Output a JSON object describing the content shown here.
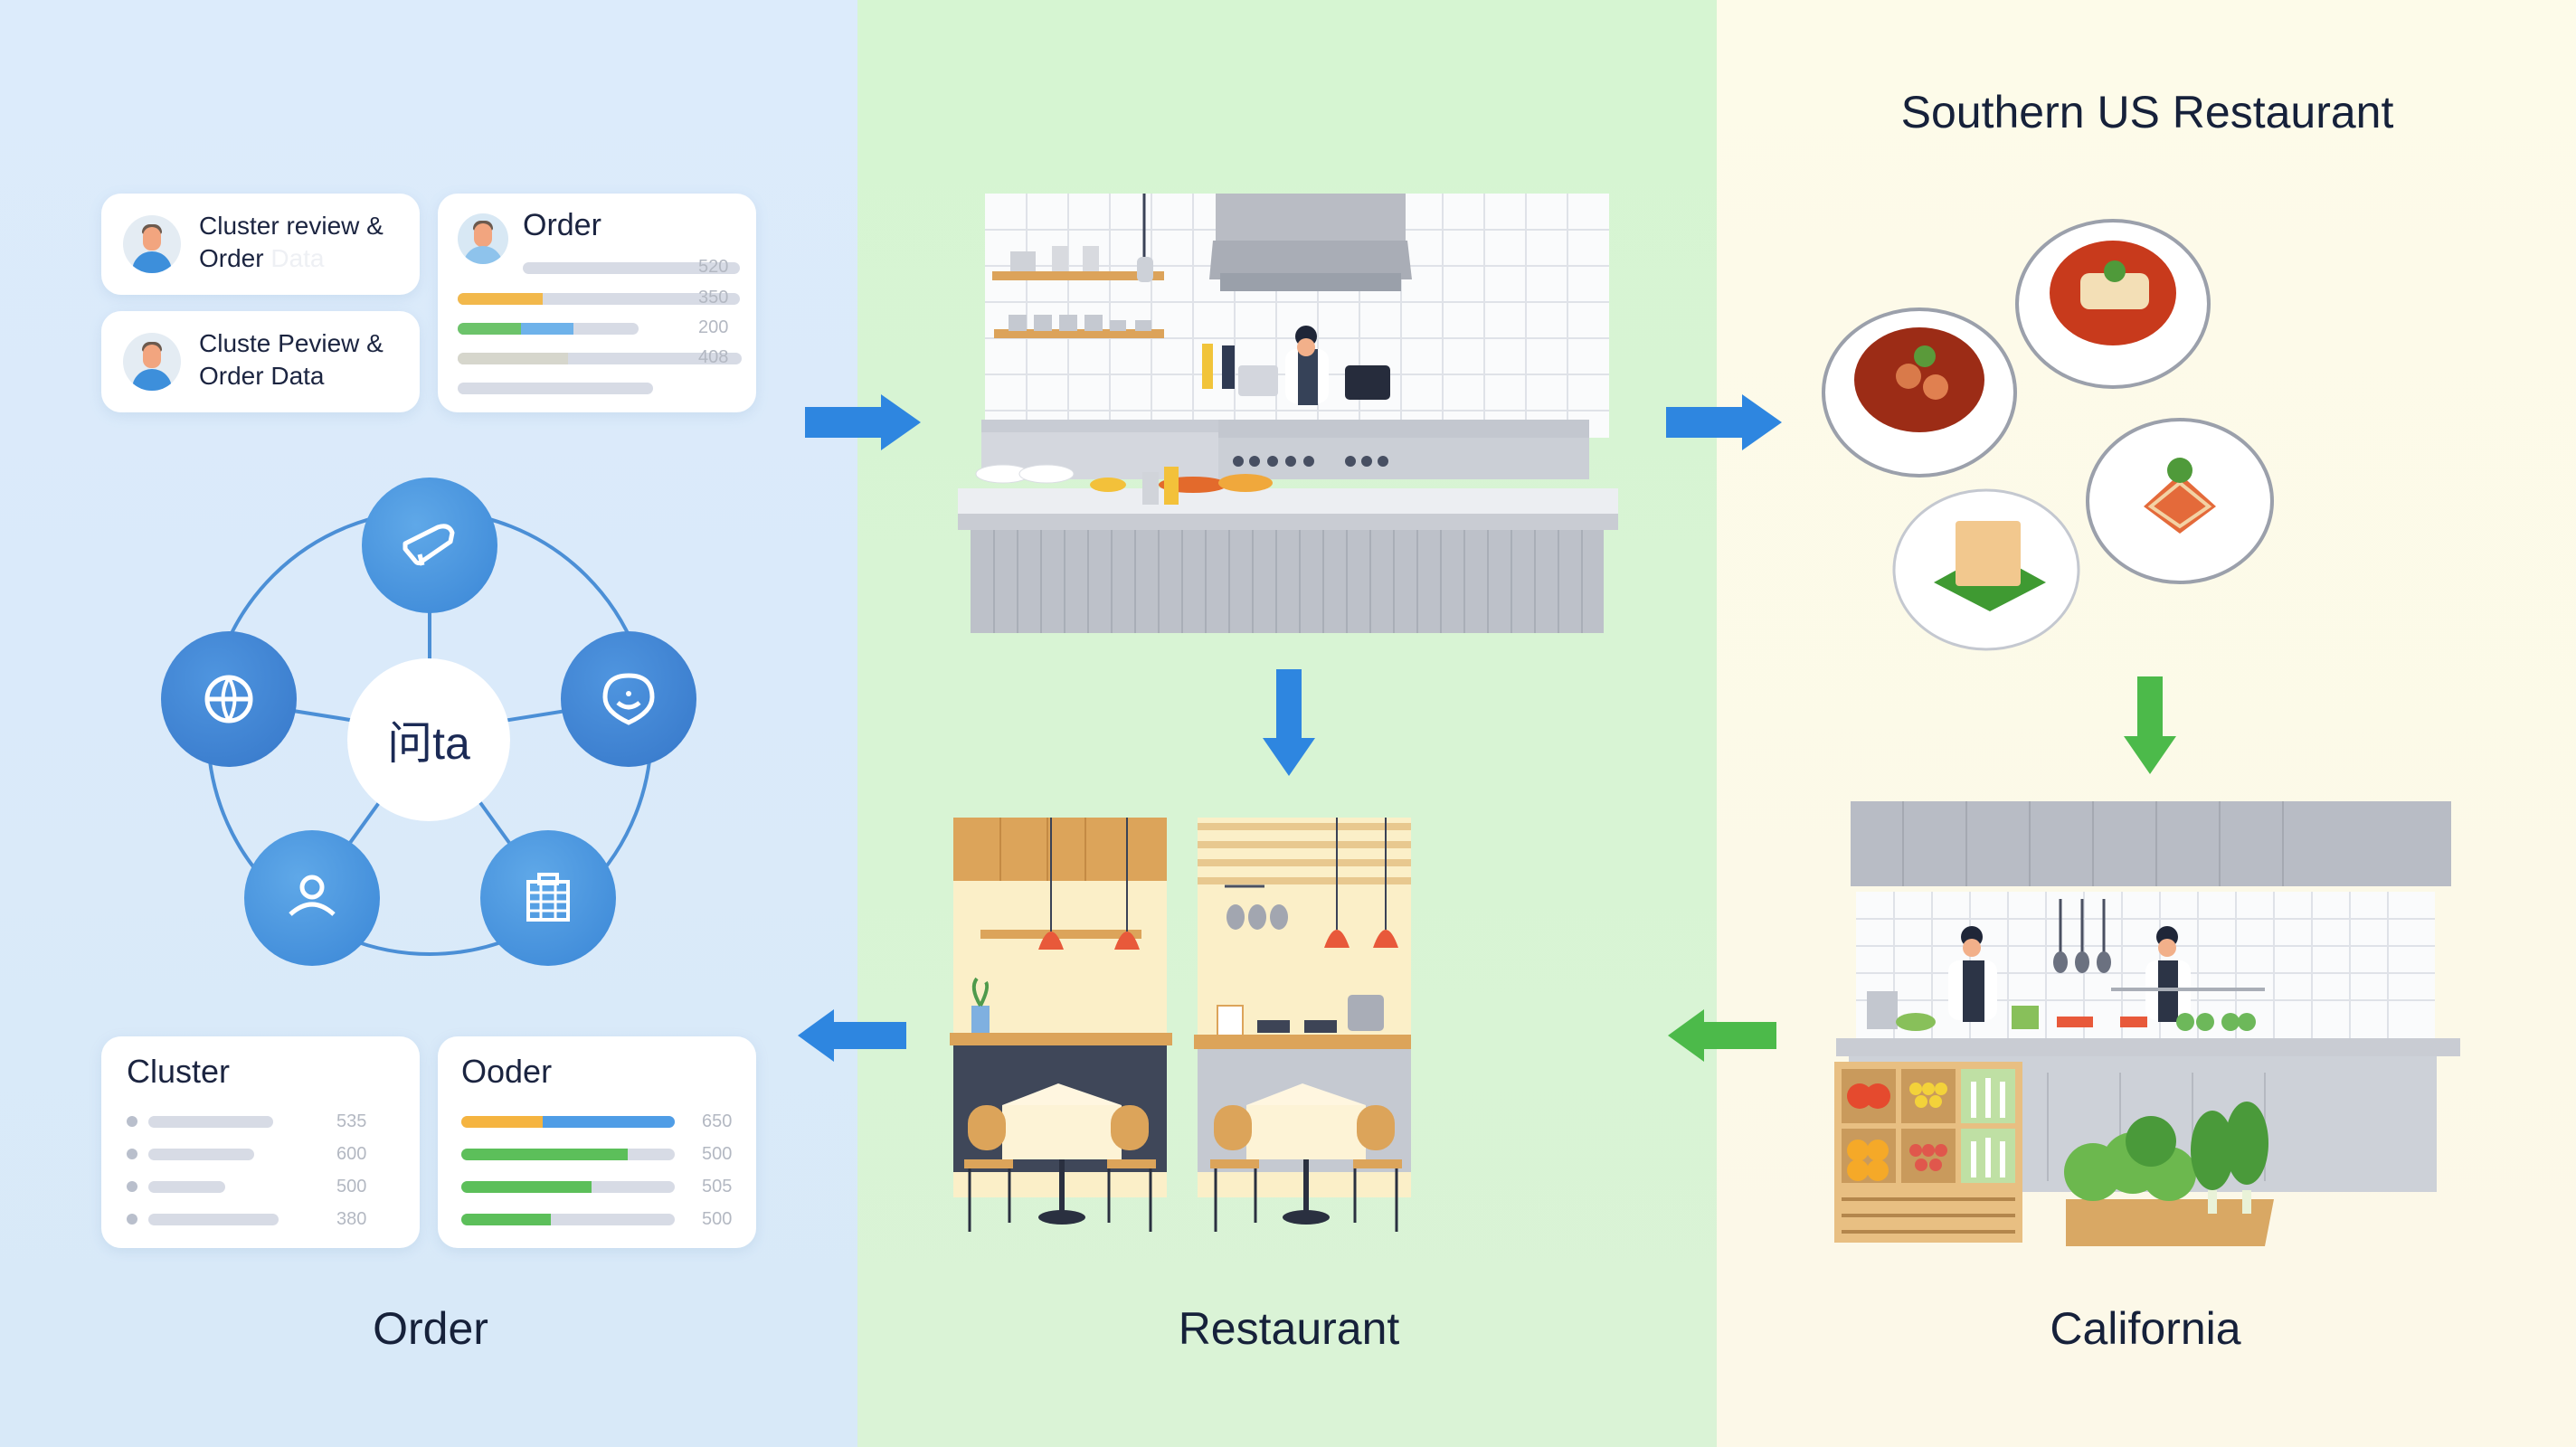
{
  "titles": {
    "top_right": "Southern US Restaurant",
    "bottom_left": "Order",
    "bottom_center": "Restaurant",
    "bottom_right": "California"
  },
  "top_cards": {
    "card1": {
      "line1": "Cluster review &",
      "line2": "Order",
      "faded": "Data"
    },
    "card2": {
      "line1": "Cluste Peview &",
      "line2": "Order Data"
    },
    "order_card": {
      "title": "Order",
      "rows": [
        {
          "value": "520",
          "segments": []
        },
        {
          "value": "350",
          "segments": [
            {
              "color": "#f2b84b",
              "fraction": 0.3
            }
          ]
        },
        {
          "value": "200",
          "segments": [
            {
              "color": "#6cc36a",
              "fraction": 0.35
            },
            {
              "color": "#6eb2ea",
              "fraction": 0.29
            }
          ]
        },
        {
          "value": "408",
          "segments": [
            {
              "color": "#d6d6cc",
              "fraction": 0.39
            }
          ]
        },
        {
          "value": "",
          "segments": []
        }
      ]
    }
  },
  "network": {
    "center_label": "问ta",
    "nodes": [
      {
        "name": "tag-icon"
      },
      {
        "name": "smiley-icon"
      },
      {
        "name": "calendar-icon"
      },
      {
        "name": "person-icon"
      },
      {
        "name": "globe-icon"
      }
    ]
  },
  "bottom_cards": {
    "cluster": {
      "title": "Cluster",
      "rows": [
        {
          "value": "535",
          "fraction": 0.96
        },
        {
          "value": "600",
          "fraction": 0.81
        },
        {
          "value": "500",
          "fraction": 0.59
        },
        {
          "value": "380",
          "fraction": 1.0
        }
      ]
    },
    "ooder": {
      "title": "Ooder",
      "rows": [
        {
          "value": "650",
          "segments": [
            {
              "color": "#f5b440",
              "fraction": 0.38
            },
            {
              "color": "#4f9de6",
              "fraction": 0.62
            }
          ]
        },
        {
          "value": "500",
          "segments": [
            {
              "color": "#5cbf5a",
              "fraction": 0.78
            }
          ]
        },
        {
          "value": "505",
          "segments": [
            {
              "color": "#5cbf5a",
              "fraction": 0.61
            }
          ]
        },
        {
          "value": "500",
          "segments": [
            {
              "color": "#5cbf5a",
              "fraction": 0.42
            }
          ]
        }
      ]
    }
  },
  "colors": {
    "arrow_blue": "#2e86e0",
    "arrow_green": "#4cba4a",
    "node_blue": "#4a94df"
  }
}
